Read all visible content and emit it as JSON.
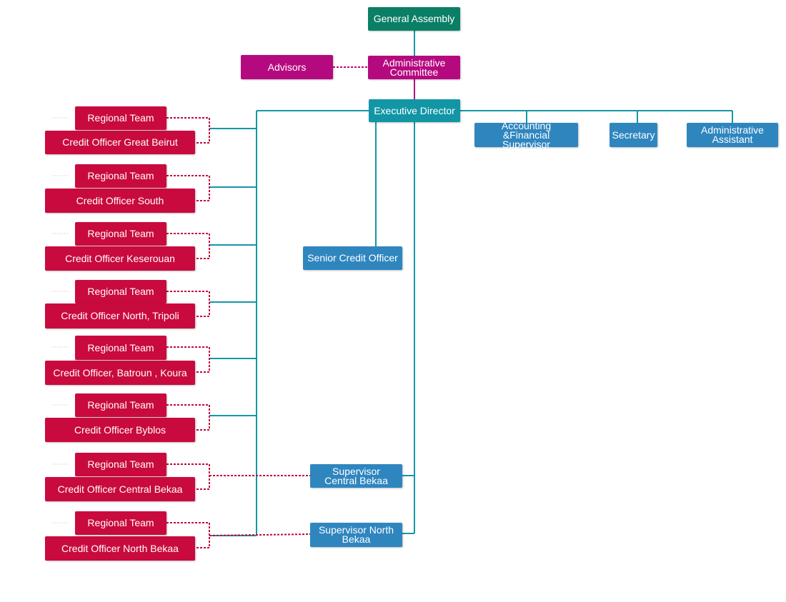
{
  "nodes": {
    "general_assembly": "General Assembly",
    "advisors": "Advisors",
    "admin_committee": "Administrative\nCommittee",
    "executive_director": "Executive Director",
    "accounting_supervisor": "Accounting &Financial\nSupervisor",
    "secretary": "Secretary",
    "admin_assistant": "Administrative\nAssistant",
    "senior_credit_officer": "Senior Credit Officer",
    "supervisor_central_bekaa": "Supervisor\nCentral Bekaa",
    "supervisor_north_bekaa": "Supervisor North\nBekaa"
  },
  "regions": [
    {
      "team": "Regional Team",
      "officer": "Credit Officer Great Beirut"
    },
    {
      "team": "Regional Team",
      "officer": "Credit Officer South"
    },
    {
      "team": "Regional Team",
      "officer": "Credit Officer Keserouan"
    },
    {
      "team": "Regional Team",
      "officer": "Credit Officer North, Tripoli"
    },
    {
      "team": "Regional Team",
      "officer": "Credit Officer, Batroun , Koura"
    },
    {
      "team": "Regional Team",
      "officer": "Credit Officer Byblos"
    },
    {
      "team": "Regional Team",
      "officer": "Credit Officer Central Bekaa"
    },
    {
      "team": "Regional Team",
      "officer": "Credit Officer North Bekaa"
    }
  ],
  "colors": {
    "governance": "#0a7f66",
    "committee": "#b5097f",
    "executive": "#1296a6",
    "staff": "#2f86bf",
    "regional": "#c90a3e"
  }
}
